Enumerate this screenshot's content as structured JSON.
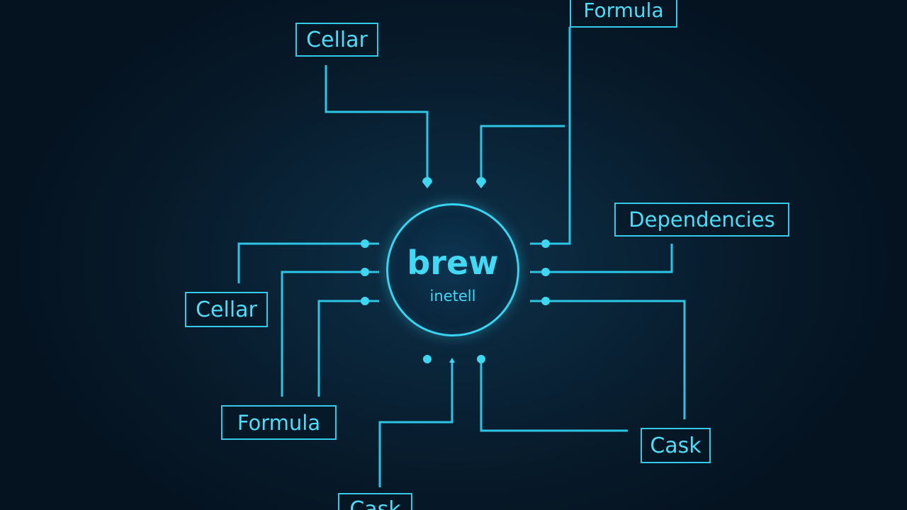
{
  "hub": {
    "title": "brew",
    "subtitle": "inetell"
  },
  "nodes": {
    "cellar_top": "Cellar",
    "formula_top": "Formula",
    "dependencies": "Dependencies",
    "cellar_left": "Cellar",
    "formula_bottom": "Formula",
    "cask_right": "Cask",
    "cask_bottom": "Cask"
  },
  "colors": {
    "background": "#061523",
    "accent": "#38d4f2",
    "text": "#4fdcf6"
  }
}
